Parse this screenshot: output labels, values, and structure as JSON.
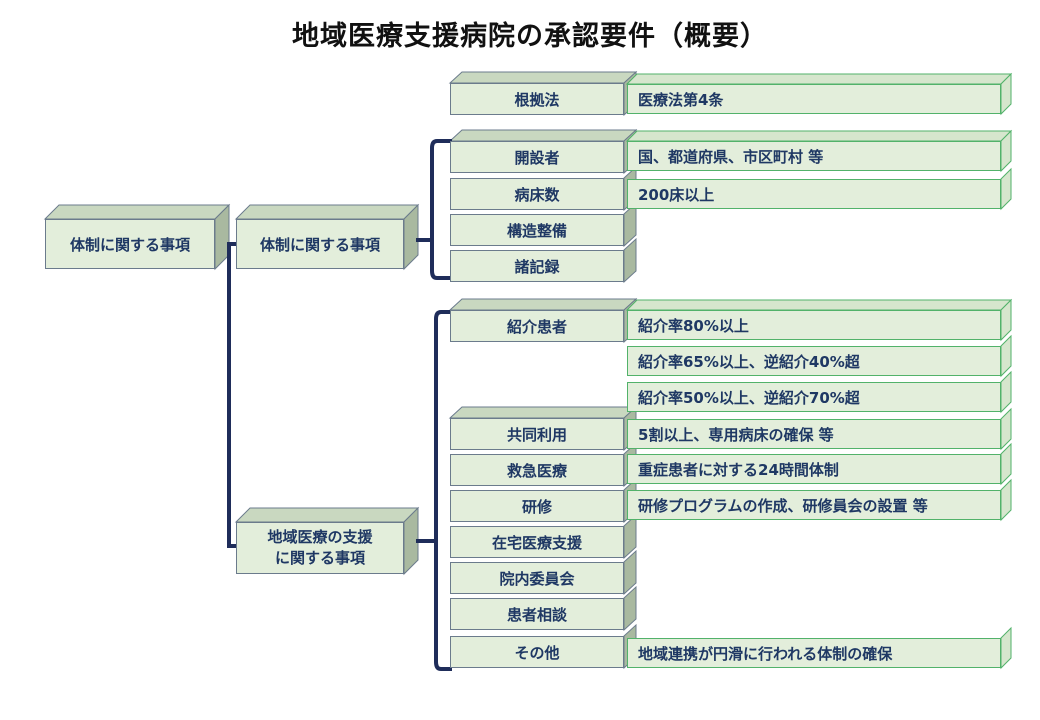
{
  "title": "地域医療支援病院の承認要件（概要）",
  "left": {
    "root": "体制に関する事項",
    "group1": "体制に関する事項",
    "group2": "地域医療の支援\nに関する事項"
  },
  "categories": [
    "根拠法",
    "開設者",
    "病床数",
    "構造整備",
    "諸記録",
    "紹介患者",
    "共同利用",
    "救急医療",
    "研修",
    "在宅医療支援",
    "院内委員会",
    "患者相談",
    "その他"
  ],
  "details": [
    "医療法第4条",
    "国、都道府県、市区町村  等",
    "200床以上",
    "紹介率80%以上",
    "紹介率65%以上、逆紹介40%超",
    "紹介率50%以上、逆紹介70%超",
    "5割以上、専用病床の確保  等",
    "重症患者に対する24時間体制",
    "研修プログラムの作成、研修員会の設置  等",
    "地域連携が円滑に行われる体制の確保"
  ],
  "colors": {
    "line": "#1f2d5a",
    "box_fill": "#e3eedb",
    "box_side": "#a9b9a0",
    "box_edge": "#6b7b8c",
    "green_edge": "#52b26a",
    "text": "#1f3864"
  }
}
